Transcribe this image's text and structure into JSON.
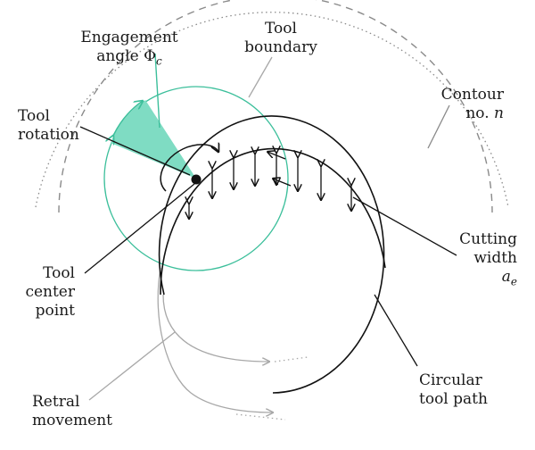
{
  "labels": {
    "engagement_line1": "Engagement",
    "engagement_line2": "angle Φ",
    "engagement_sub": "c",
    "tool_boundary_line1": "Tool",
    "tool_boundary_line2": "boundary",
    "contour_line1": "Contour",
    "contour_line2": "no.",
    "contour_n": "n",
    "tool_rotation_line1": "Tool",
    "tool_rotation_line2": "rotation",
    "tool_center_line1": "Tool",
    "tool_center_line2": "center",
    "tool_center_line3": "point",
    "cutting_width_line1": "Cutting",
    "cutting_width_line2": "width",
    "cutting_width_symbol": "a",
    "cutting_width_sub": "e",
    "circular_line1": "Circular",
    "circular_line2": "tool path",
    "retral_line1": "Retral",
    "retral_line2": "movement"
  },
  "colors": {
    "ink": "#111111",
    "teal": "#3cbf9b",
    "teal_fill": "#7fdcc3",
    "gray": "#9a9a9a",
    "light_gray": "#b8b8b8"
  }
}
